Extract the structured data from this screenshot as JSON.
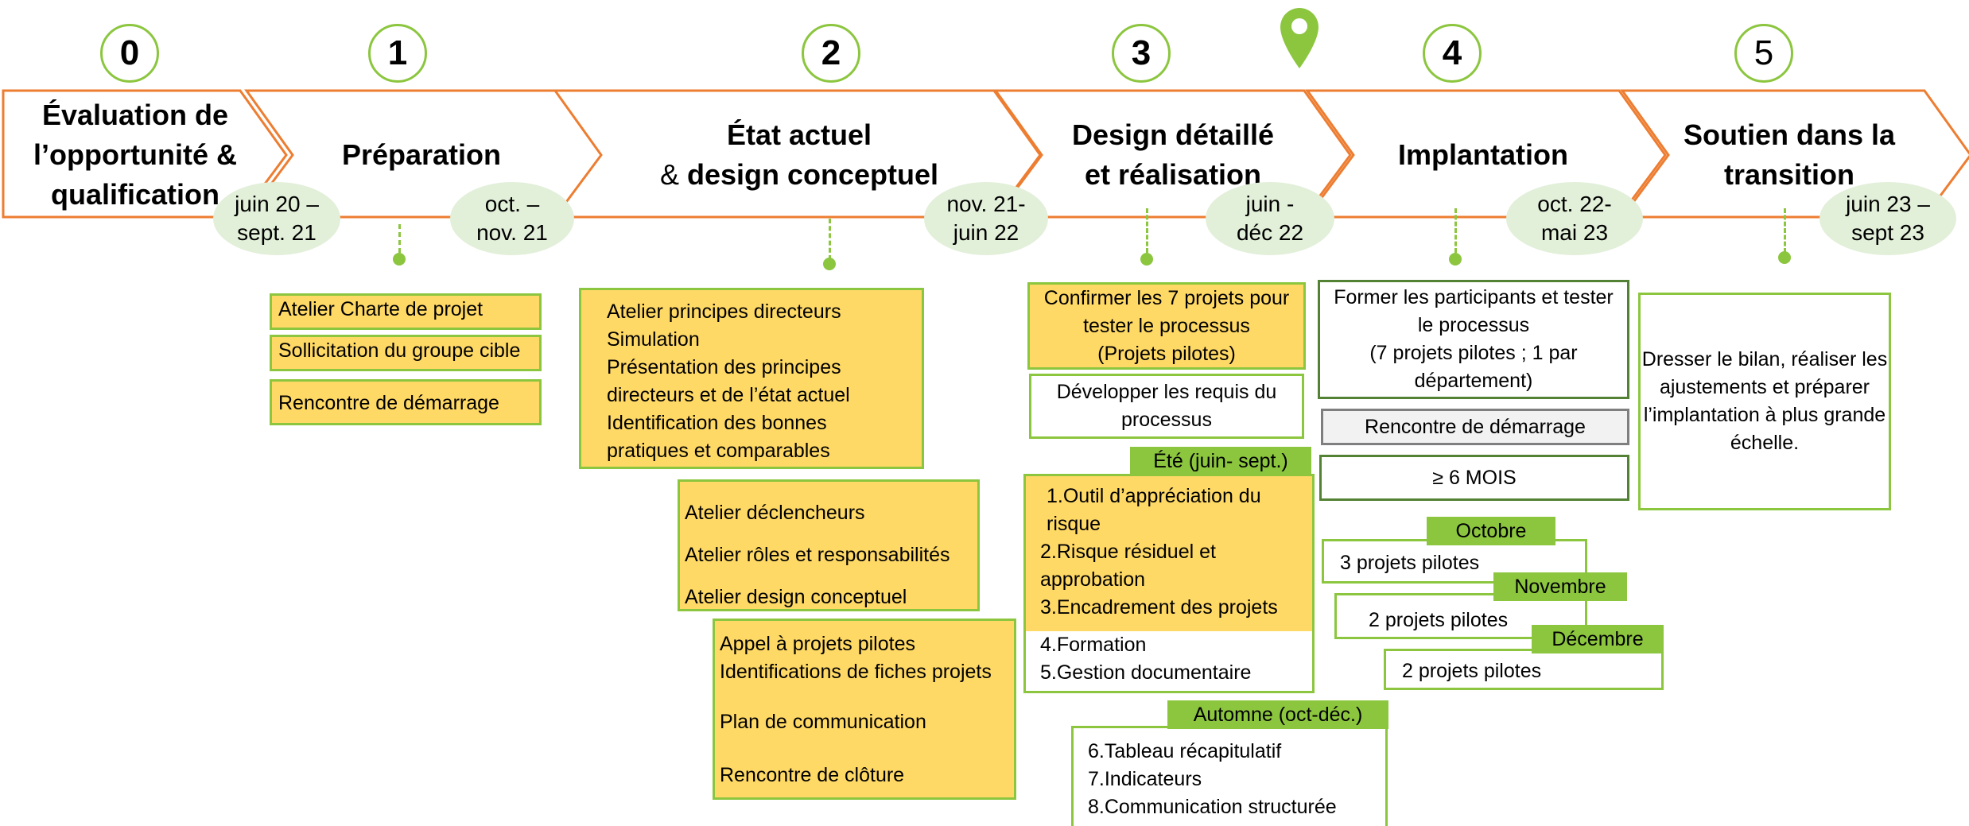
{
  "phases": [
    {
      "number": "0",
      "title": [
        "Évaluation de",
        "l’opportunité &",
        "qualification"
      ]
    },
    {
      "number": "1",
      "title": [
        "Préparation"
      ]
    },
    {
      "number": "2",
      "title_line1": "État actuel",
      "title_line2_prefix": "& ",
      "title_line2": "design conceptuel"
    },
    {
      "number": "3",
      "title": [
        "Design détaillé",
        "et réalisation"
      ]
    },
    {
      "number": "4",
      "title": [
        "Implantation"
      ]
    },
    {
      "number": "5",
      "title": [
        "Soutien dans la",
        "transition"
      ]
    }
  ],
  "dates": [
    [
      "juin 20 –",
      "sept. 21"
    ],
    [
      "oct. –",
      "nov. 21"
    ],
    [
      "nov. 21-",
      "juin 22"
    ],
    [
      "juin -",
      "déc 22"
    ],
    [
      "oct. 22-",
      "mai 23"
    ],
    [
      "juin 23 –",
      "sept 23"
    ]
  ],
  "phase1": {
    "items": [
      "Atelier Charte de projet",
      "Sollicitation du groupe cible",
      "Rencontre de démarrage"
    ]
  },
  "phase2": {
    "block1": [
      "Atelier principes directeurs",
      "Simulation",
      "Présentation des principes",
      "directeurs et de l’état actuel",
      "Identification des bonnes",
      "pratiques et comparables"
    ],
    "block2": [
      "Atelier déclencheurs",
      "Atelier rôles et responsabilités",
      "Atelier design conceptuel"
    ],
    "block3": [
      "Appel à projets pilotes",
      "Identifications de fiches projets",
      "Plan de communication",
      "Rencontre de clôture"
    ]
  },
  "phase3": {
    "confirm": [
      "Confirmer les 7 projets pour",
      "tester le processus",
      "(Projets pilotes)"
    ],
    "develop": [
      "Développer les requis du",
      "processus"
    ],
    "summer_label": "Été (juin- sept.)",
    "summer_items": [
      "1.Outil d’appréciation du",
      "risque",
      "2.Risque résiduel et",
      "approbation",
      "3.Encadrement des projets"
    ],
    "summer_items_white": [
      "4.Formation",
      "5.Gestion documentaire"
    ],
    "autumn_label": "Automne (oct-déc.)",
    "autumn_items": [
      "6.Tableau récapitulatif",
      "7.Indicateurs",
      "8.Communication structurée"
    ]
  },
  "phase4": {
    "train": [
      "Former les participants et tester",
      "le processus",
      "(7 projets pilotes ; 1 par",
      "département)"
    ],
    "kickoff": "Rencontre de démarrage",
    "duration": "≥ 6 MOIS",
    "months": [
      {
        "label": "Octobre",
        "text": "3 projets pilotes"
      },
      {
        "label": "Novembre",
        "text": "2 projets pilotes"
      },
      {
        "label": "Décembre",
        "text": "2 projets pilotes"
      }
    ]
  },
  "phase5": {
    "summary": [
      "Dresser le bilan, réaliser les",
      "ajustements et préparer",
      "l’implantation à plus grande",
      "échelle."
    ]
  },
  "colors": {
    "accent_green": "#8cc63f",
    "orange": "#ed7d31",
    "highlight_yellow": "#ffd966",
    "date_bubble": "#e2efd9"
  }
}
